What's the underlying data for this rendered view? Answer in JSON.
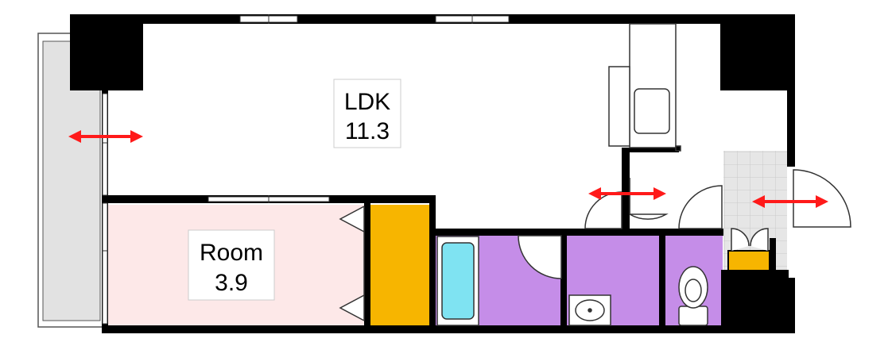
{
  "rooms": {
    "ldk": {
      "name": "LDK",
      "size": "11.3"
    },
    "room": {
      "name": "Room",
      "size": "3.9"
    }
  },
  "colors": {
    "wall": "#000000",
    "balcony": "#e2e2e2",
    "room_fill": "#fde8e8",
    "closet": "#f7b500",
    "wet_area": "#c58de8",
    "bathtub": "#7fe3f2",
    "entrance_tile": "#e6e6e6",
    "arrow": "#ff1a1a"
  },
  "icons": [
    "arrow-icon",
    "door-swing-icon",
    "window-icon",
    "toilet-icon",
    "washbasin-icon",
    "bathtub-icon",
    "kitchen-sink-icon"
  ]
}
